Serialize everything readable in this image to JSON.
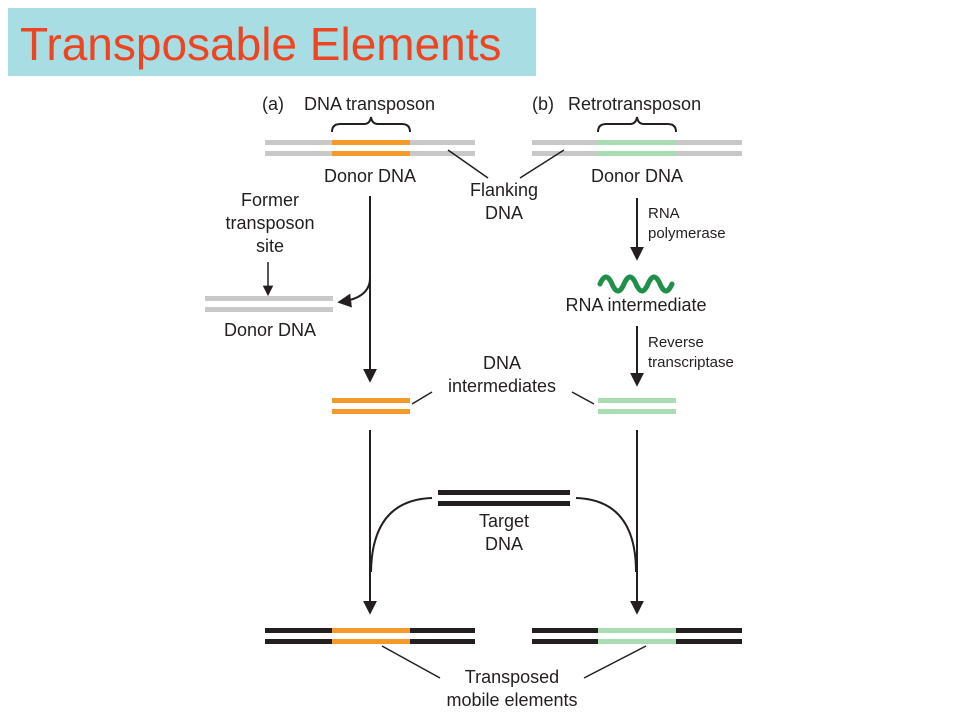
{
  "title": "Transposable Elements",
  "colors": {
    "title_bg": "#a8dde3",
    "title_text": "#ee4422",
    "flanking_dna": "#c8c8c8",
    "dna_transposon": "#f39a2b",
    "retrotransposon": "#a9dcb2",
    "rna_intermediate": "#1f8f4a",
    "target_dna": "#231f20"
  },
  "panel_a": {
    "label": "(a)",
    "title": "DNA transposon",
    "donor": "Donor DNA",
    "former_site": [
      "Former",
      "transposon",
      "site"
    ],
    "donor_after": "Donor DNA"
  },
  "panel_b": {
    "label": "(b)",
    "title": "Retrotransposon",
    "donor": "Donor DNA",
    "step1": [
      "RNA",
      "polymerase"
    ],
    "rna": "RNA intermediate",
    "step2": [
      "Reverse",
      "transcriptase"
    ]
  },
  "shared": {
    "flanking": [
      "Flanking",
      "DNA"
    ],
    "intermediates": [
      "DNA",
      "intermediates"
    ],
    "target": [
      "Target",
      "DNA"
    ],
    "transposed": [
      "Transposed",
      "mobile elements"
    ]
  }
}
